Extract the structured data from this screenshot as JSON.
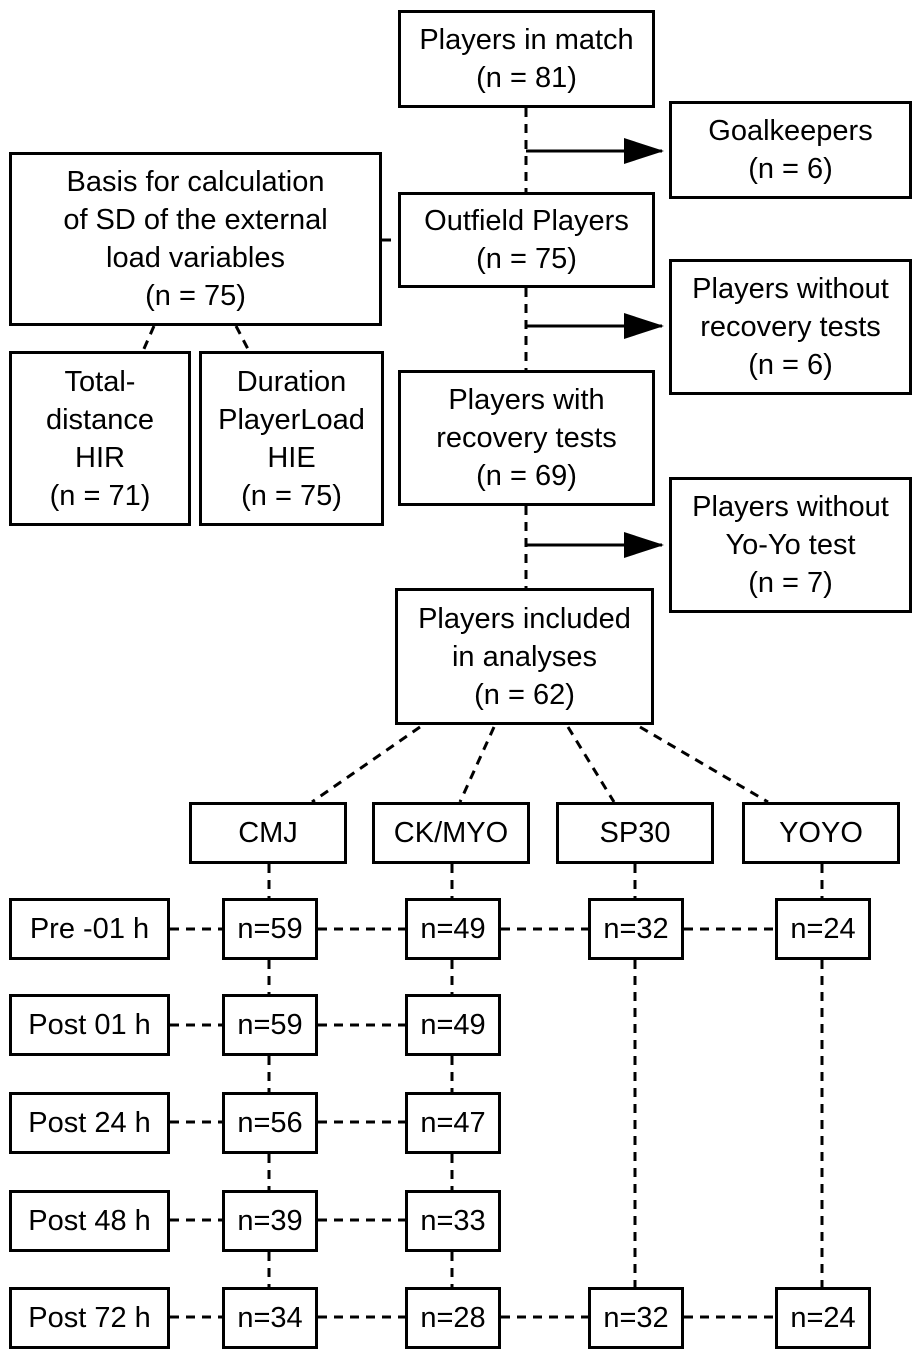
{
  "colors": {
    "line": "#000000",
    "box_border": "#000000",
    "background": "#ffffff",
    "text": "#000000"
  },
  "boxes": {
    "match": "Players in match\n(n = 81)",
    "goalkeepers": "Goalkeepers\n(n = 6)",
    "outfield": "Outfield Players\n(n = 75)",
    "basis": "Basis for calculation\nof SD of the external\nload variables\n(n = 75)",
    "no_recovery": "Players without\nrecovery tests\n(n = 6)",
    "total_distance": "Total-\ndistance\nHIR\n(n = 71)",
    "duration": "Duration\nPlayerLoad\nHIE\n(n = 75)",
    "with_recovery": "Players with\nrecovery tests\n(n = 69)",
    "no_yoyo": "Players without\nYo-Yo test\n(n = 7)",
    "included": "Players included\nin analyses\n(n = 62)"
  },
  "tests": [
    "CMJ",
    "CK/MYO",
    "SP30",
    "YOYO"
  ],
  "time_points": [
    "Pre -01 h",
    "Post 01 h",
    "Post 24 h",
    "Post 48 h",
    "Post 72 h"
  ],
  "counts": [
    [
      "n=59",
      "n=49",
      "n=32",
      "n=24"
    ],
    [
      "n=59",
      "n=49",
      "",
      ""
    ],
    [
      "n=56",
      "n=47",
      "",
      ""
    ],
    [
      "n=39",
      "n=33",
      "",
      ""
    ],
    [
      "n=34",
      "n=28",
      "n=32",
      "n=24"
    ]
  ]
}
